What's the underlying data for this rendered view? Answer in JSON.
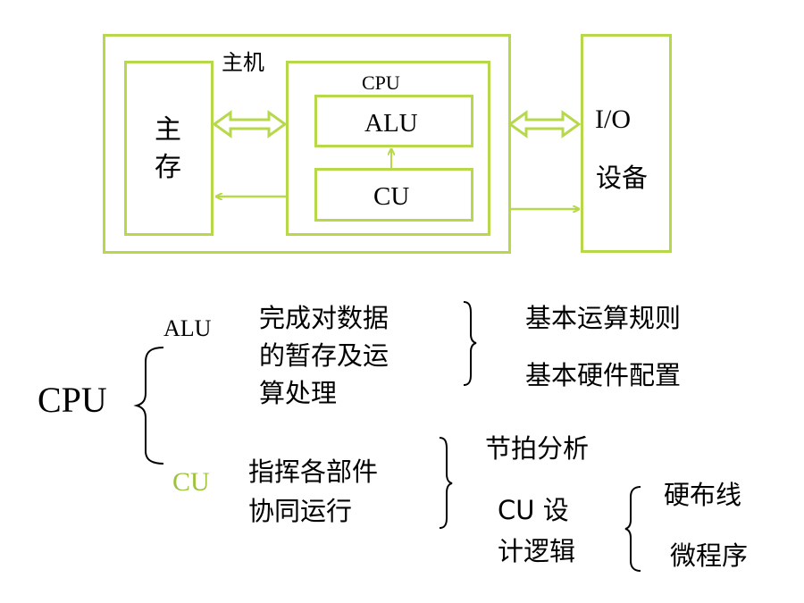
{
  "top_diagram": {
    "host_label": "主机",
    "memory_label": [
      "主",
      "存"
    ],
    "cpu_label": "CPU",
    "alu_label": "ALU",
    "cu_label": "CU",
    "io_label": [
      "I/O",
      "设备"
    ]
  },
  "bottom_diagram": {
    "cpu_label": "CPU",
    "alu_label": "ALU",
    "alu_desc": [
      "完成对数据",
      "的暂存及运",
      "算处理"
    ],
    "alu_items": [
      "基本运算规则",
      "基本硬件配置"
    ],
    "cu_label": "CU",
    "cu_desc": [
      "指挥各部件",
      "协同运行"
    ],
    "cu_item_timing": "节拍分析",
    "cu_item_logic": [
      "CU 设",
      "计逻辑"
    ],
    "cu_logic_options": [
      "硬布线",
      "微程序"
    ]
  },
  "colors": {
    "green": "#b7d84b",
    "cu_text_green": "#9cc33a",
    "black": "#000000"
  }
}
